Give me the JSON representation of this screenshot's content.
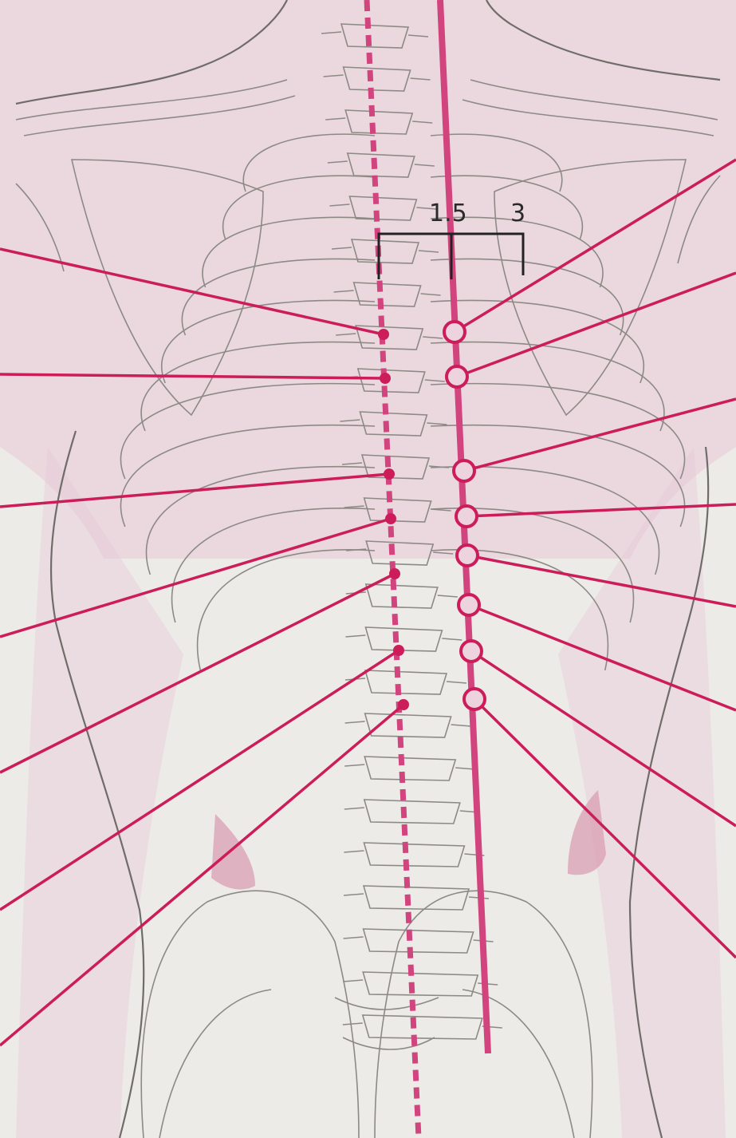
{
  "scale": {
    "label_a": "1.5",
    "label_b": "3"
  },
  "colors": {
    "background": "#ecebe8",
    "tint": "#e9c9d6",
    "accent": "#cc1d5a",
    "meridian": "#d2447e",
    "bone_line": "#8d8a86"
  },
  "points": {
    "midline_count": 7,
    "paraspinal_count": 8
  }
}
